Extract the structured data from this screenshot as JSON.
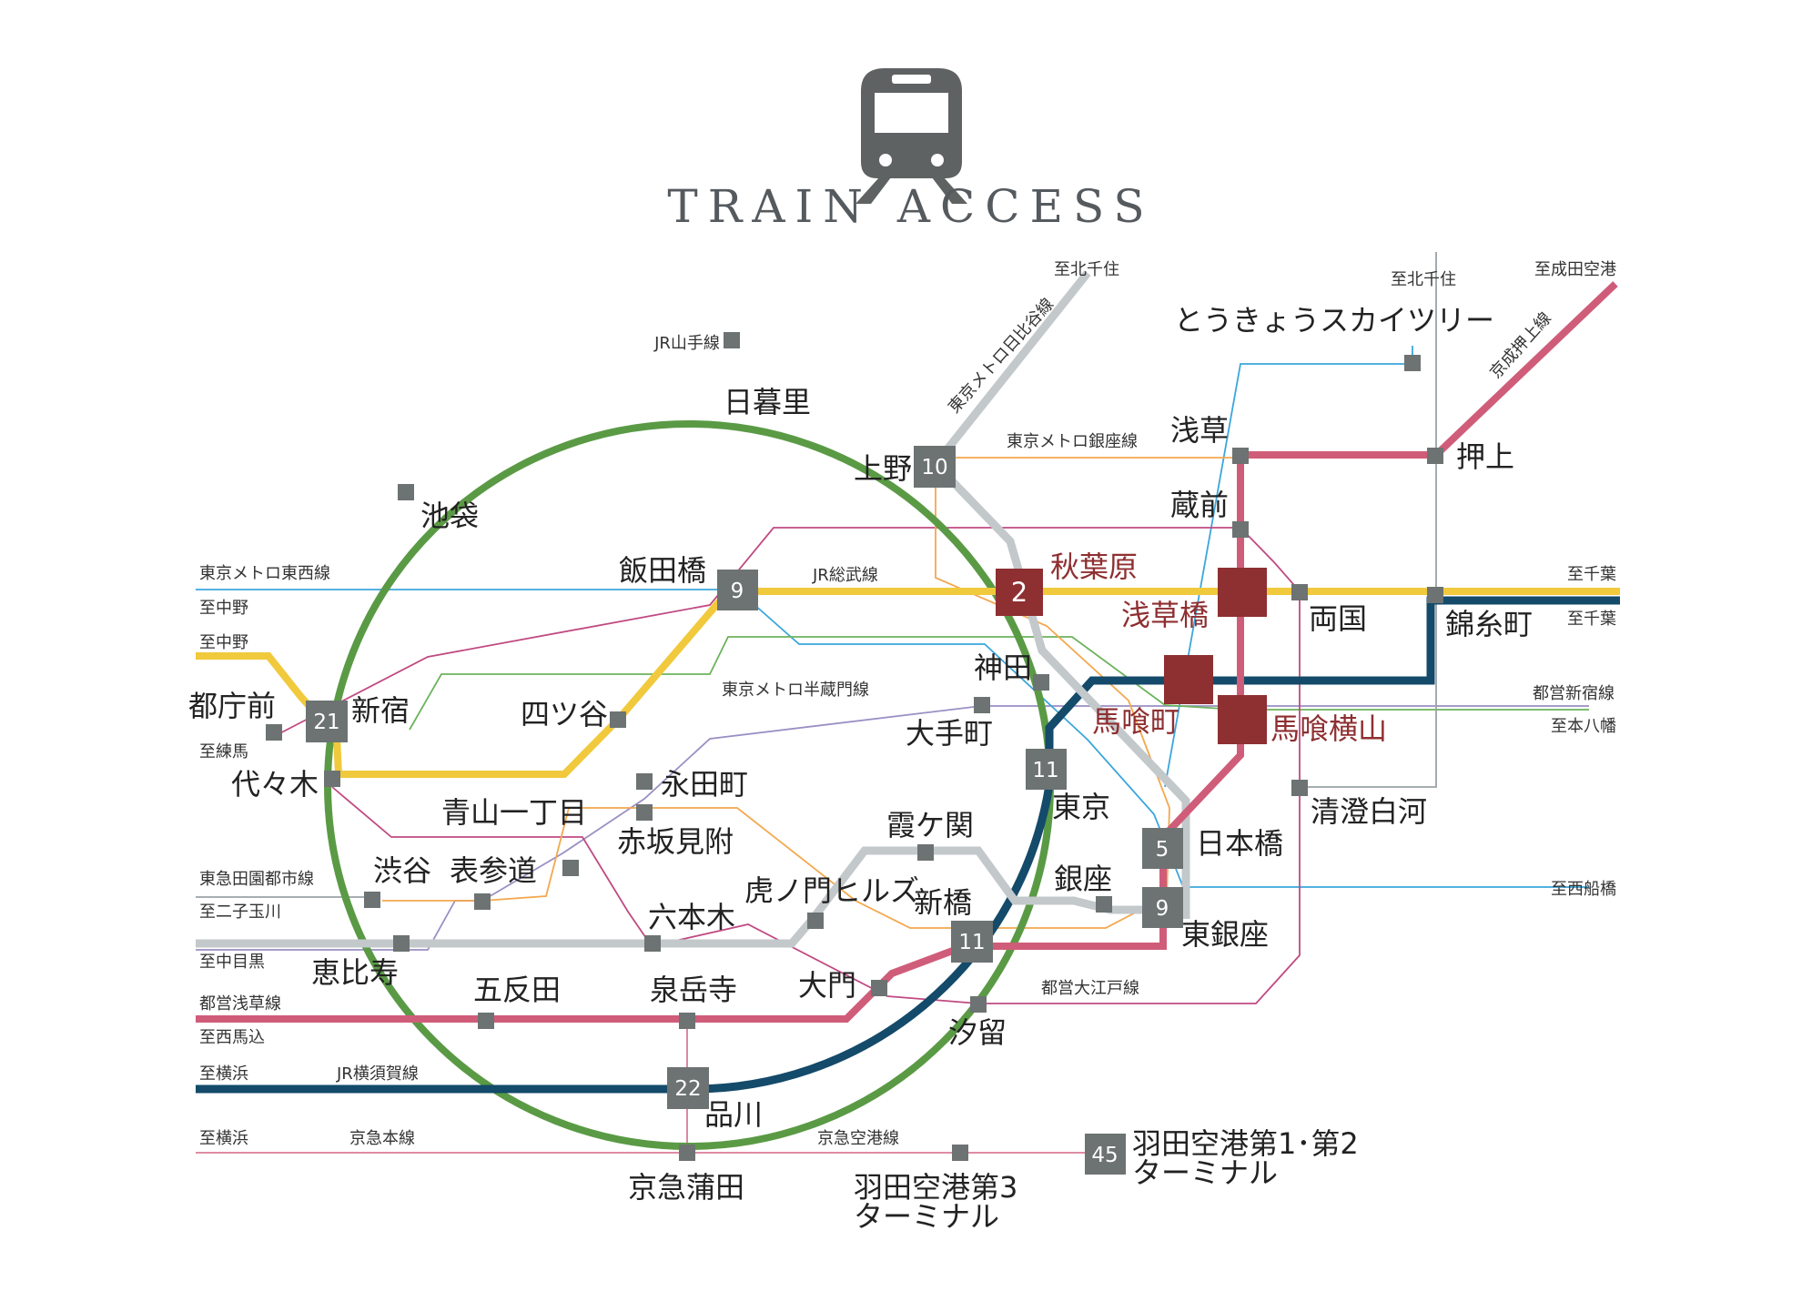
{
  "header": {
    "title": "TRAIN ACCESS",
    "icon": "train-icon"
  },
  "colors": {
    "yamanote": "#5a9a45",
    "sobu": "#f1c93c",
    "asakusa_line": "#cf5d79",
    "shinjuku_line": "#6cb35b",
    "oedo": "#c04a82",
    "hibiya": "#b8bec1",
    "ginza": "#f3a84e",
    "tozai": "#3aa6dc",
    "hanzomon": "#9b8fc4",
    "yokosuka": "#144a6a",
    "keikyu": "#d97b96",
    "station": "#6c7372",
    "highlight": "#8e2f31",
    "icon": "#5f6262"
  },
  "line_labels": {
    "yamanote": "JR山手線",
    "hibiya": "東京メトロ日比谷線",
    "ginza": "東京メトロ銀座線",
    "oshiage": "京成押上線",
    "tozai": "東京メトロ東西線",
    "sobu": "JR総武線",
    "hanzomon": "東京メトロ半蔵門線",
    "den_en_toshi": "東急田園都市線",
    "shinjuku": "都営新宿線",
    "asakusa": "都営浅草線",
    "oedo": "都営大江戸線",
    "yokosuka": "JR横須賀線",
    "keikyu_main": "京急本線",
    "keikyu_airport": "京急空港線"
  },
  "destinations": {
    "kitasenju_1": "至北千住",
    "kitasenju_2": "至北千住",
    "narita": "至成田空港",
    "chiba_1": "至千葉",
    "chiba_2": "至千葉",
    "nakano_1": "至中野",
    "nakano_2": "至中野",
    "nerima": "至練馬",
    "motoyawata": "至本八幡",
    "nishifunabashi": "至西船橋",
    "futakotamagawa": "至二子玉川",
    "nakameguro": "至中目黒",
    "nishimagome": "至西馬込",
    "yokohama_1": "至横浜",
    "yokohama_2": "至横浜"
  },
  "stations": {
    "nippori": "日暮里",
    "ikebukuro": "池袋",
    "ueno": "上野",
    "ueno_time": "10",
    "akihabara": "秋葉原",
    "akihabara_time": "2",
    "iidabashi": "飯田橋",
    "iidabashi_time": "9",
    "shinjuku": "新宿",
    "shinjuku_time": "21",
    "tochomae": "都庁前",
    "yoyogi": "代々木",
    "yotsuya": "四ツ谷",
    "kanda": "神田",
    "otemachi": "大手町",
    "tokyo": "東京",
    "tokyo_time": "11",
    "asakusa": "浅草",
    "skytree": "とうきょうスカイツリー",
    "oshiage": "押上",
    "kuramae": "蔵前",
    "ryogoku": "両国",
    "kinshicho": "錦糸町",
    "asakusabashi": "浅草橋",
    "bakurocho": "馬喰町",
    "bakuroyokoyama": "馬喰横山",
    "kiyosumi": "清澄白河",
    "nihonbashi": "日本橋",
    "nihonbashi_time": "5",
    "higashiginza": "東銀座",
    "higashiginza_time": "9",
    "ginza": "銀座",
    "shimbashi": "新橋",
    "shimbashi_time": "11",
    "kasumigaseki": "霞ケ関",
    "toranomon": "虎ノ門ヒルズ",
    "roppongi": "六本木",
    "nagatacho": "永田町",
    "akasakamitsuke": "赤坂見附",
    "aoyama": "青山一丁目",
    "omotesando": "表参道",
    "shibuya": "渋谷",
    "ebisu": "恵比寿",
    "gotanda": "五反田",
    "sengakuji": "泉岳寺",
    "daimon": "大門",
    "shiodome": "汐留",
    "shinagawa": "品川",
    "shinagawa_time": "22",
    "keikyukamata": "京急蒲田",
    "haneda3_l1": "羽田空港第3",
    "haneda3_l2": "ターミナル",
    "haneda12_l1": "羽田空港第1･第2",
    "haneda12_l2": "ターミナル",
    "haneda12_time": "45"
  }
}
